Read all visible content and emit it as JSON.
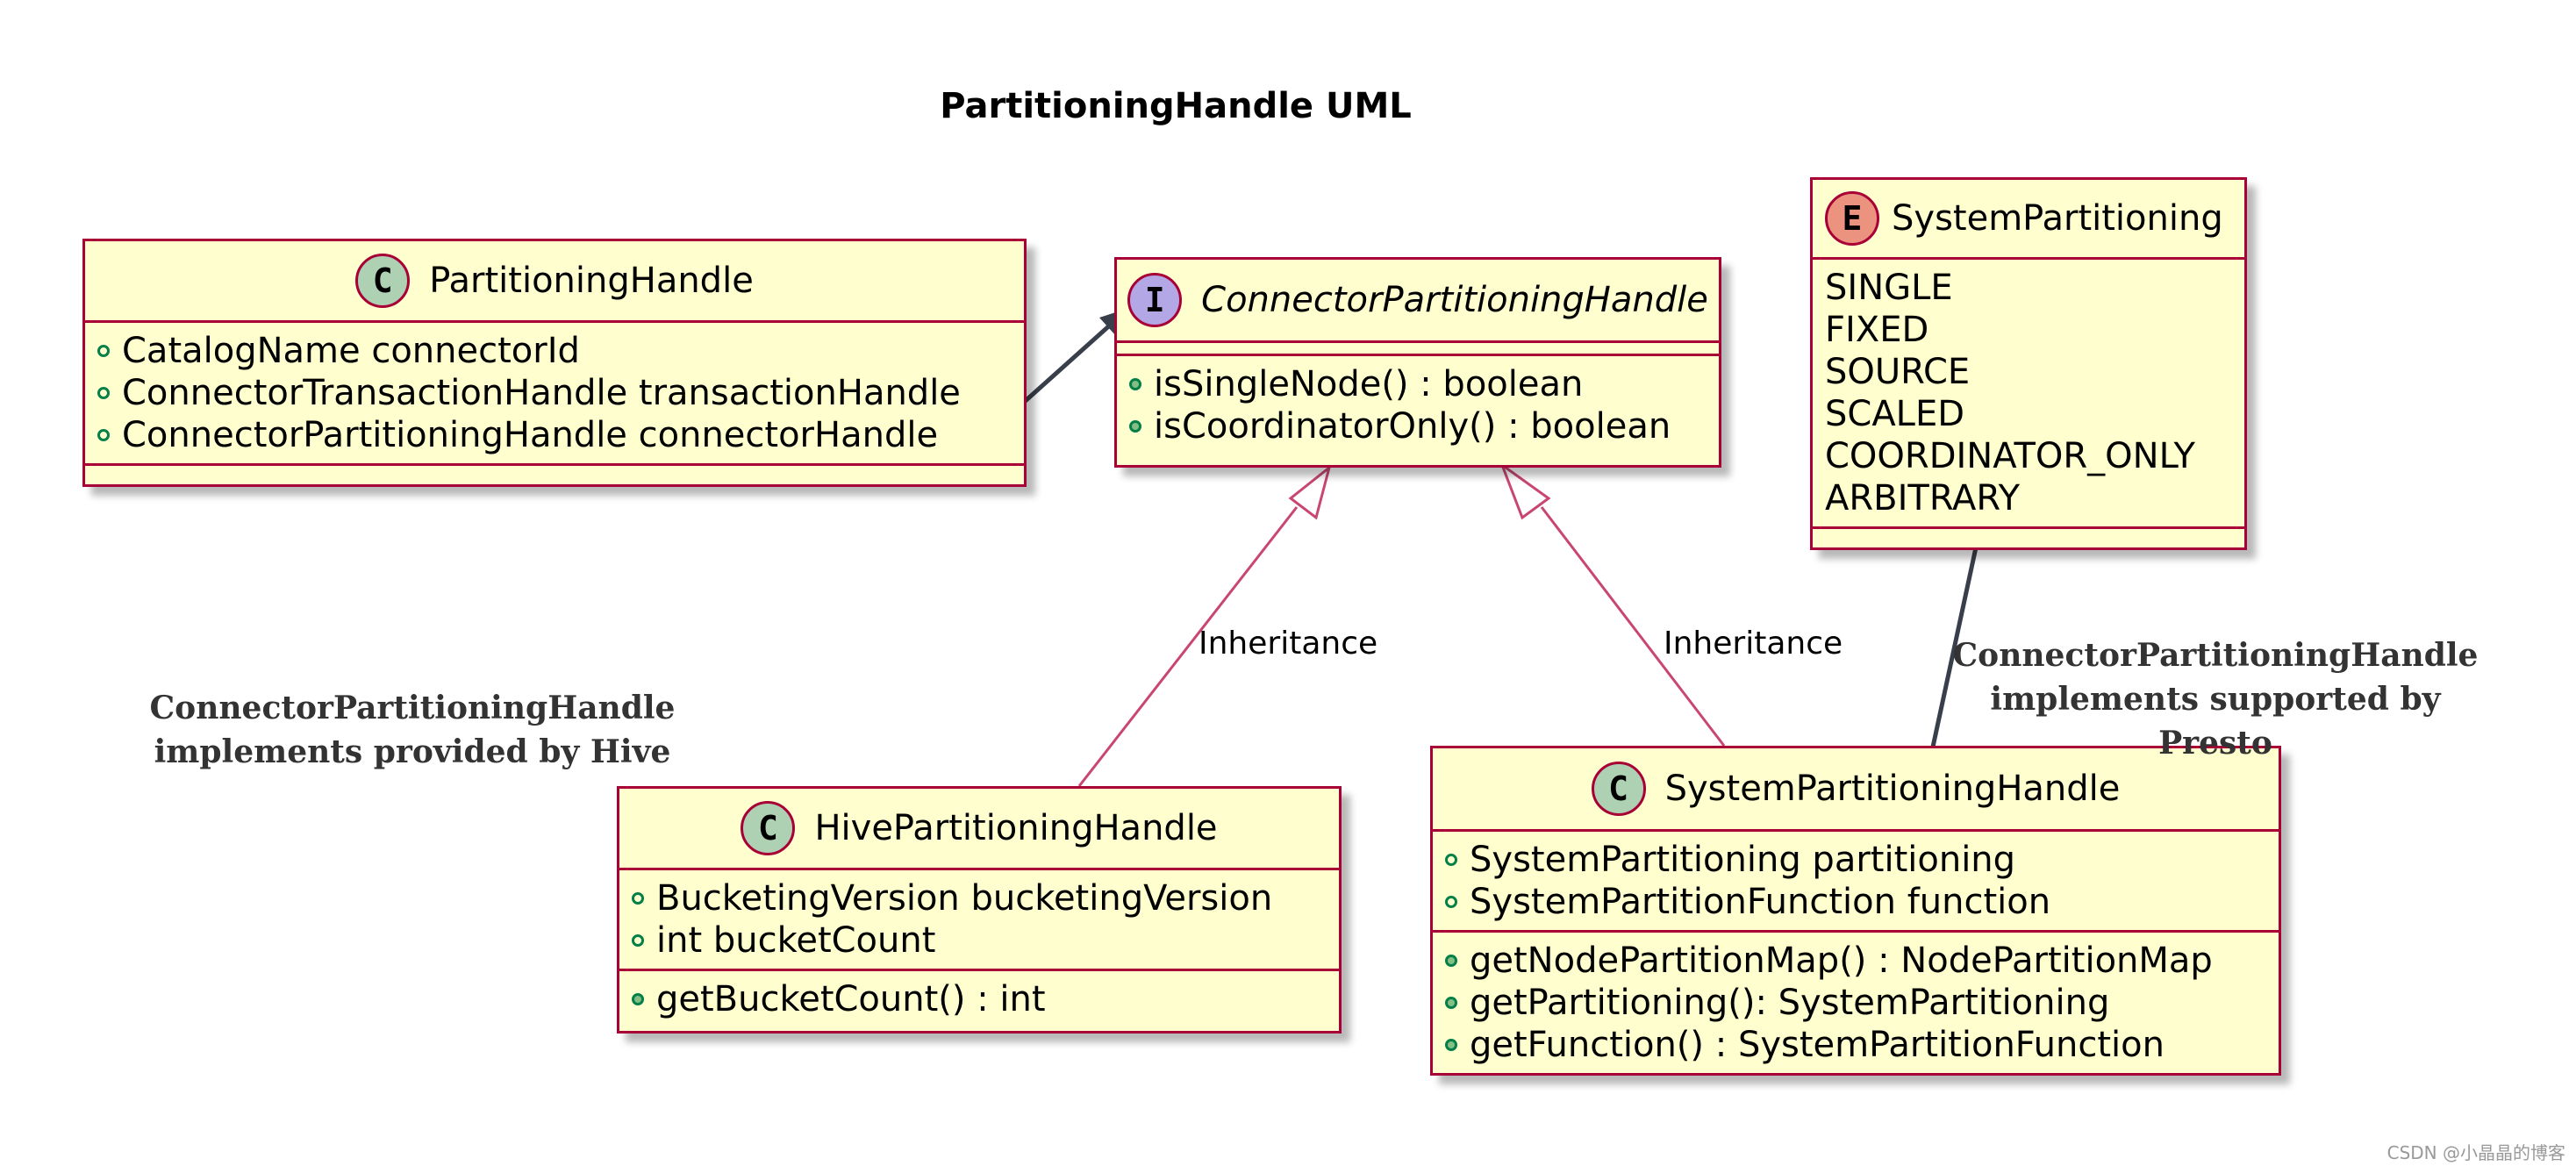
{
  "title": "PartitioningHandle UML",
  "classes": {
    "partitioning_handle": {
      "stereotype": "C",
      "name": "PartitioningHandle",
      "fields": [
        "CatalogName connectorId",
        "ConnectorTransactionHandle transactionHandle",
        "ConnectorPartitioningHandle connectorHandle"
      ]
    },
    "connector_partitioning_handle": {
      "stereotype": "I",
      "name": "ConnectorPartitioningHandle",
      "methods": [
        "isSingleNode() : boolean",
        "isCoordinatorOnly() : boolean"
      ]
    },
    "system_partitioning": {
      "stereotype": "E",
      "name": "SystemPartitioning",
      "values": [
        "SINGLE",
        "FIXED",
        "SOURCE",
        "SCALED",
        "COORDINATOR_ONLY",
        "ARBITRARY"
      ]
    },
    "hive_partitioning_handle": {
      "stereotype": "C",
      "name": "HivePartitioningHandle",
      "fields": [
        "BucketingVersion bucketingVersion",
        "int bucketCount"
      ],
      "methods": [
        "getBucketCount() : int"
      ]
    },
    "system_partitioning_handle": {
      "stereotype": "C",
      "name": "SystemPartitioningHandle",
      "fields": [
        "SystemPartitioning partitioning",
        "SystemPartitionFunction function"
      ],
      "methods": [
        "getNodePartitionMap() : NodePartitionMap",
        "getPartitioning(): SystemPartitioning",
        "getFunction() : SystemPartitionFunction"
      ]
    }
  },
  "edge_labels": {
    "hive_inheritance": "Inheritance",
    "system_inheritance": "Inheritance"
  },
  "notes": {
    "hive": {
      "line1": "ConnectorPartitioningHandle",
      "line2": "implements provided by Hive"
    },
    "presto": {
      "line1": "ConnectorPartitioningHandle",
      "line2": "implements supported by Presto"
    }
  },
  "watermark": "CSDN @小晶晶的博客",
  "colors": {
    "box_fill": "#fefece",
    "box_border": "#a80036",
    "arrow": "#383f4a",
    "inheritance": "#c94672"
  }
}
